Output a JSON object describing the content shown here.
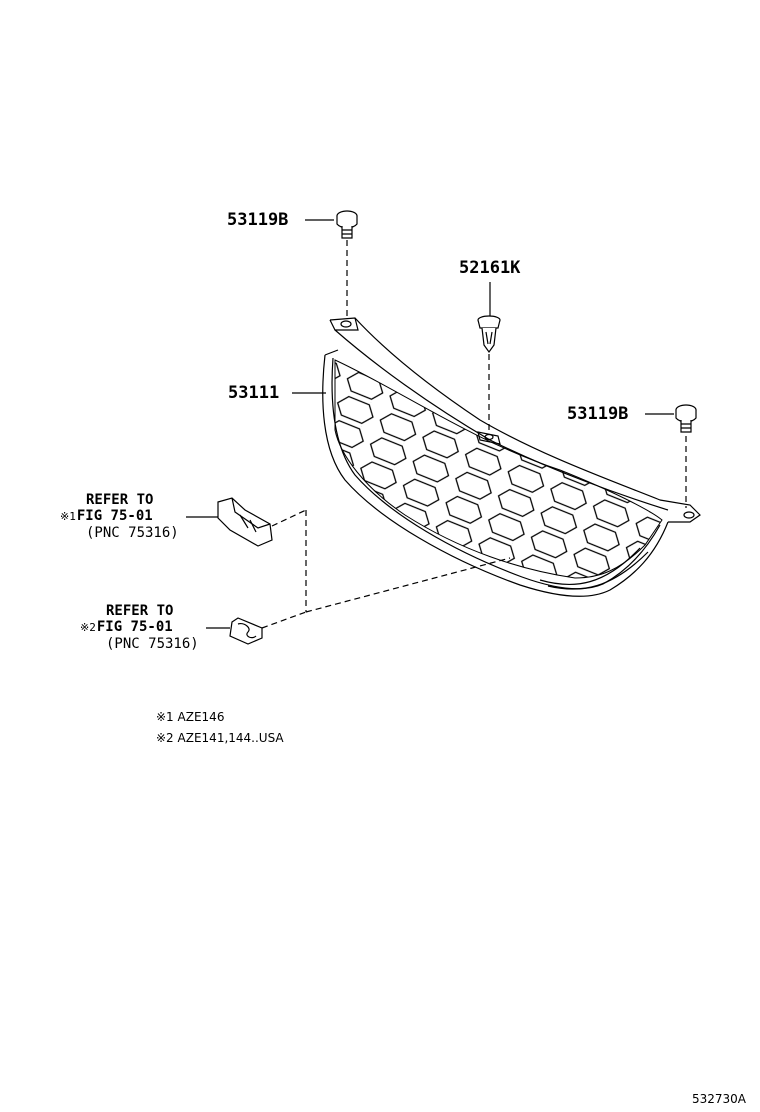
{
  "parts": {
    "bolt_top": "53119B",
    "clip": "52161K",
    "grille": "53111",
    "bolt_right": "53119B"
  },
  "refs": [
    {
      "mark": "※1",
      "line1": "REFER TO",
      "line2": "FIG 75-01",
      "line3": "(PNC 75316)"
    },
    {
      "mark": "※2",
      "line1": "REFER TO",
      "line2": "FIG 75-01",
      "line3": "(PNC 75316)"
    }
  ],
  "notes": [
    {
      "mark": "※1",
      "text": "AZE146"
    },
    {
      "mark": "※2",
      "text": "AZE141,144..USA"
    }
  ],
  "figure_id": "532730A",
  "colors": {
    "line": "#000000",
    "background": "#ffffff"
  }
}
